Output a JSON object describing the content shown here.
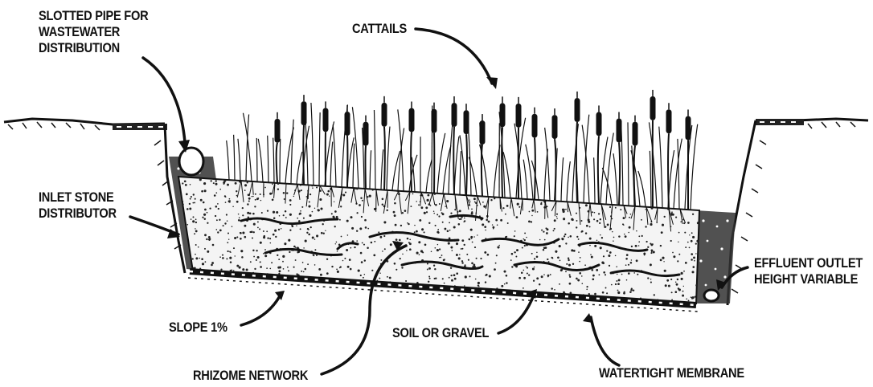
{
  "diagram": {
    "labels": {
      "slotted_pipe": [
        "SLOTTED PIPE FOR",
        "WASTEWATER",
        "DISTRIBUTION"
      ],
      "cattails": "CATTAILS",
      "inlet_stone": [
        "INLET STONE",
        "DISTRIBUTOR"
      ],
      "effluent_outlet": [
        "EFFLUENT OUTLET",
        "HEIGHT VARIABLE"
      ],
      "slope": "SLOPE 1%",
      "soil_gravel": "SOIL OR GRAVEL",
      "rhizome": "RHIZOME NETWORK",
      "membrane": "WATERTIGHT MEMBRANE"
    },
    "colors": {
      "ink": "#111111",
      "background": "#ffffff"
    }
  }
}
